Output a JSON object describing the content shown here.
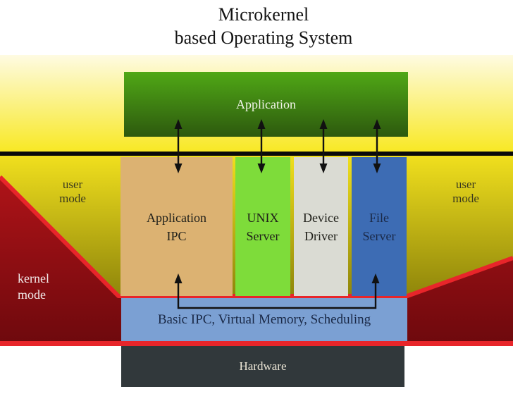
{
  "title": {
    "line1": "Microkernel",
    "line2": "based Operating System"
  },
  "application": {
    "label": "Application"
  },
  "servers": [
    {
      "id": "application-ipc",
      "line1": "Application",
      "line2": "IPC"
    },
    {
      "id": "unix-server",
      "line1": "UNIX",
      "line2": "Server"
    },
    {
      "id": "device-driver",
      "line1": "Device",
      "line2": "Driver"
    },
    {
      "id": "file-server",
      "line1": "File",
      "line2": "Server"
    }
  ],
  "mode_labels": {
    "user_left": {
      "line1": "user",
      "line2": "mode"
    },
    "user_right": {
      "line1": "user",
      "line2": "mode"
    },
    "kernel": {
      "line1": "kernel",
      "line2": "mode"
    }
  },
  "kernel_layer": {
    "label": "Basic IPC, Virtual Memory, Scheduling"
  },
  "hardware": {
    "label": "Hardware"
  },
  "arrows": {
    "bidirectional": [
      {
        "from": "Application",
        "to": "Application IPC"
      },
      {
        "from": "Application",
        "to": "UNIX Server"
      },
      {
        "from": "Application",
        "to": "Device Driver"
      },
      {
        "from": "Application",
        "to": "File Server"
      }
    ],
    "kernel_connector": {
      "from": "Basic IPC, Virtual Memory, Scheduling",
      "to": [
        "Application IPC",
        "File Server"
      ]
    }
  },
  "icons": {
    "bidirectional_arrow": "double-headed vertical arrow",
    "up_arrow": "upward arrow"
  },
  "colors": {
    "accent_red": "#e8252a",
    "dark_red_top": "#ae1318",
    "dark_red_bottom": "#6e090d",
    "yellow_pale": "#fefbe2",
    "yellow_bright": "#f8e822",
    "lower_yellow_top": "#f2e11e",
    "lower_yellow_bottom": "#6e6704",
    "app_green_top": "#50a816",
    "app_green_bottom": "#2d590e",
    "box_tan": "#dcb272",
    "box_green": "#7edc3a",
    "box_gray": "#dadbd3",
    "box_blue": "#3d6cb4",
    "kernel_blue": "#7ba0d3",
    "hardware_dark": "#31383b",
    "black_line": "#0a0a0a",
    "arrow_black": "#111111",
    "title_color": "#141414",
    "app_text": "#f2f5ea",
    "server_text_dark": "#20201a",
    "file_server_text": "#1a2947",
    "kernel_text": "#1a2947",
    "hardware_text": "#ece6d6",
    "user_mode_text": "#3b3a1e",
    "kernel_mode_text": "#f2e9e9"
  }
}
